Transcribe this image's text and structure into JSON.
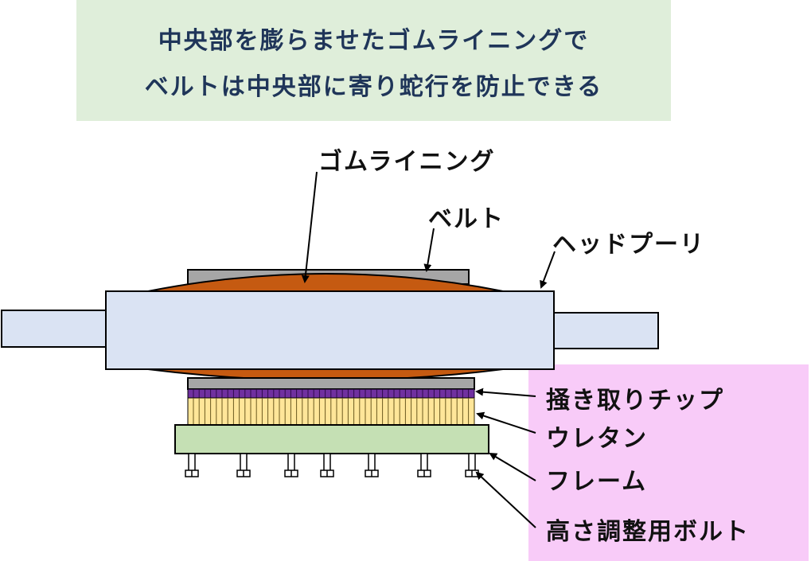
{
  "title": {
    "line1": "中央部を膨らませたゴムライニングで",
    "line2": "ベルトは中央部に寄り蛇行を防止できる"
  },
  "labels": {
    "rubber_lining": "ゴムライニング",
    "belt": "ベルト",
    "head_pulley": "ヘッドプーリ",
    "scraper_tip": "掻き取りチップ",
    "urethane": "ウレタン",
    "frame": "フレーム",
    "adjust_bolt": "高さ調整用ボルト"
  },
  "colors": {
    "title_bg": "#dfeeda",
    "title_text": "#1f3559",
    "pink_bg": "#f8cbf8",
    "pulley": "#dae3f3",
    "rubber": "#c55a11",
    "belt": "#a6a6a6",
    "scraper_tip": "#7030a0",
    "urethane": "#ffe699",
    "frame": "#c5e0b4"
  }
}
